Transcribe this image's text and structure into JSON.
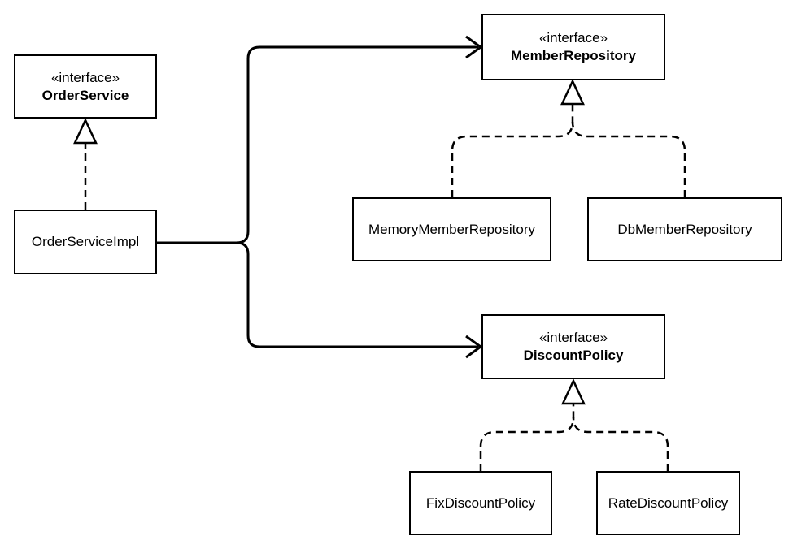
{
  "diagram": {
    "type": "uml-class-diagram",
    "colors": {
      "background": "#ffffff",
      "line": "#000000",
      "node_fill": "#ffffff",
      "text": "#000000"
    },
    "nodes": [
      {
        "id": "order-service",
        "kind": "interface",
        "stereotype": "«interface»",
        "name": "OrderService"
      },
      {
        "id": "order-service-impl",
        "kind": "class",
        "name": "OrderServiceImpl"
      },
      {
        "id": "member-repository",
        "kind": "interface",
        "stereotype": "«interface»",
        "name": "MemberRepository"
      },
      {
        "id": "memory-member-repository",
        "kind": "class",
        "name": "MemoryMemberRepository"
      },
      {
        "id": "db-member-repository",
        "kind": "class",
        "name": "DbMemberRepository"
      },
      {
        "id": "discount-policy",
        "kind": "interface",
        "stereotype": "«interface»",
        "name": "DiscountPolicy"
      },
      {
        "id": "fix-discount-policy",
        "kind": "class",
        "name": "FixDiscountPolicy"
      },
      {
        "id": "rate-discount-policy",
        "kind": "class",
        "name": "RateDiscountPolicy"
      }
    ],
    "edges": [
      {
        "from": "OrderServiceImpl",
        "to": "OrderService",
        "type": "realization",
        "line": "dashed",
        "arrow": "hollow-triangle"
      },
      {
        "from": "OrderServiceImpl",
        "to": "MemberRepository",
        "type": "dependency",
        "line": "solid",
        "arrow": "open"
      },
      {
        "from": "OrderServiceImpl",
        "to": "DiscountPolicy",
        "type": "dependency",
        "line": "solid",
        "arrow": "open"
      },
      {
        "from": "MemoryMemberRepository",
        "to": "MemberRepository",
        "type": "realization",
        "line": "dashed",
        "arrow": "hollow-triangle"
      },
      {
        "from": "DbMemberRepository",
        "to": "MemberRepository",
        "type": "realization",
        "line": "dashed",
        "arrow": "hollow-triangle"
      },
      {
        "from": "FixDiscountPolicy",
        "to": "DiscountPolicy",
        "type": "realization",
        "line": "dashed",
        "arrow": "hollow-triangle"
      },
      {
        "from": "RateDiscountPolicy",
        "to": "DiscountPolicy",
        "type": "realization",
        "line": "dashed",
        "arrow": "hollow-triangle"
      }
    ]
  }
}
